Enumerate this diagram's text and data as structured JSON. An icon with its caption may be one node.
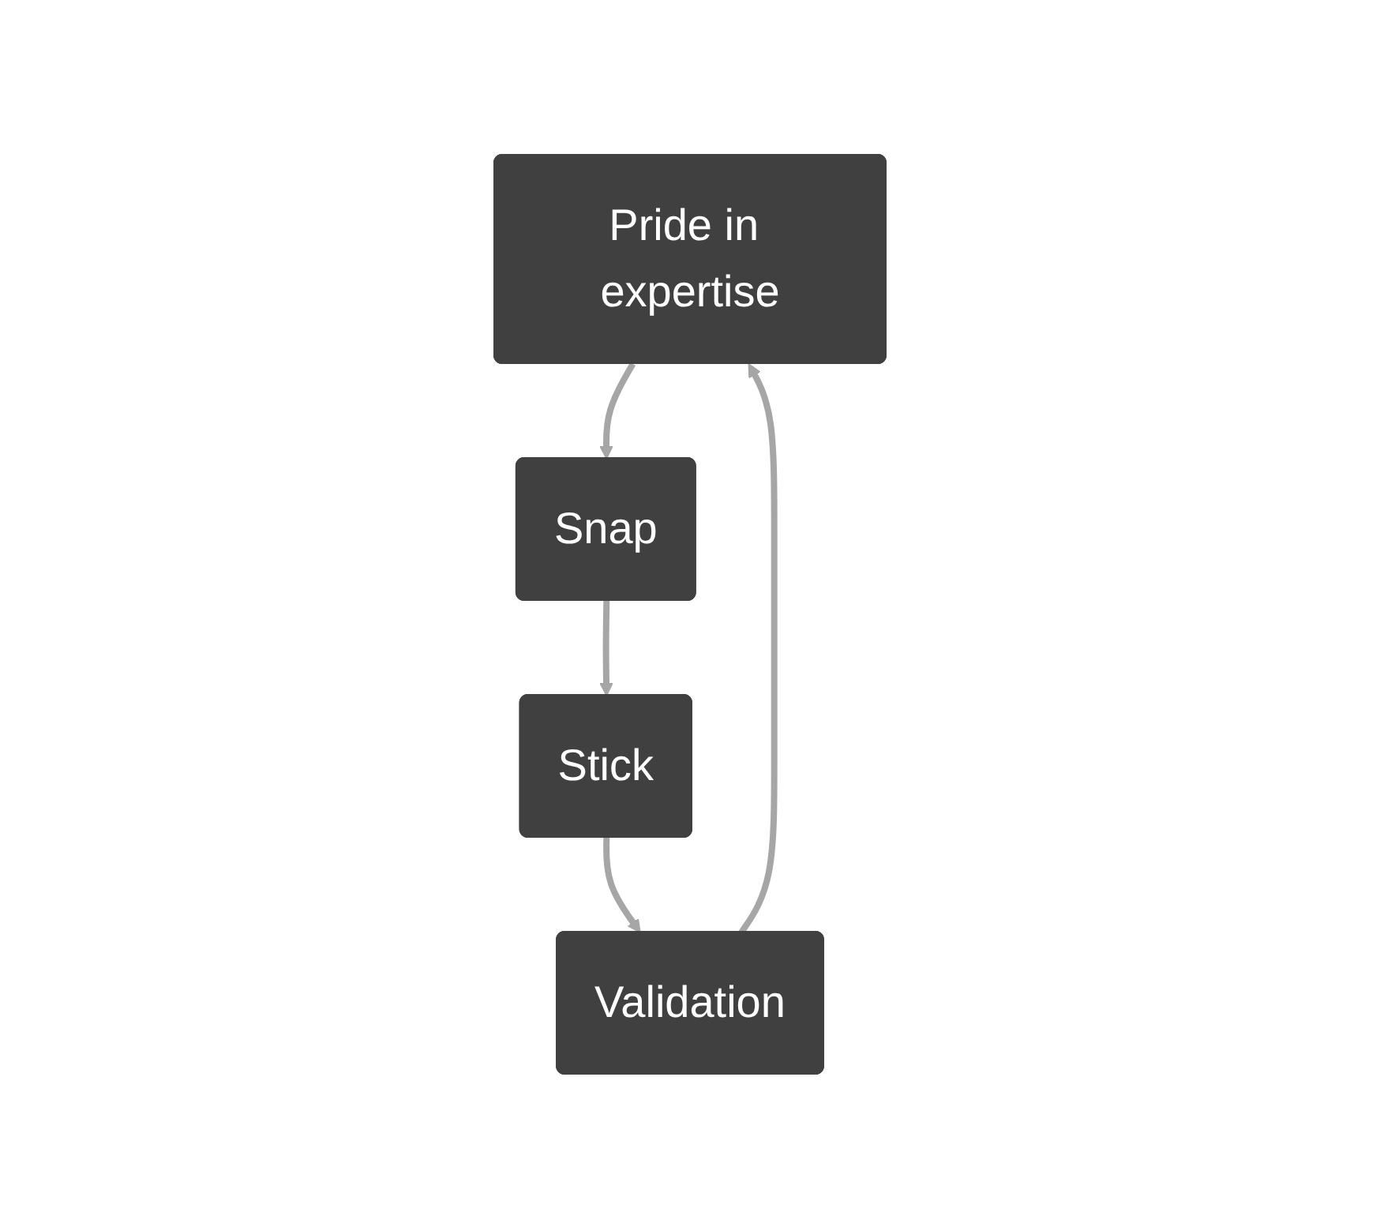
{
  "diagram": {
    "nodes": [
      {
        "text": [
          "Pride in expertise"
        ]
      },
      {
        "text": [
          "Snap"
        ]
      },
      {
        "text": [
          "Stick"
        ]
      },
      {
        "text": [
          "Validation"
        ]
      }
    ],
    "edges": [
      {
        "from": 0,
        "to": 1,
        "arrow": "to"
      },
      {
        "from": 1,
        "to": 2,
        "arrow": "to"
      },
      {
        "from": 2,
        "to": 3,
        "arrow": "to"
      },
      {
        "from": 3,
        "to": 0,
        "arrow": "to"
      }
    ]
  }
}
